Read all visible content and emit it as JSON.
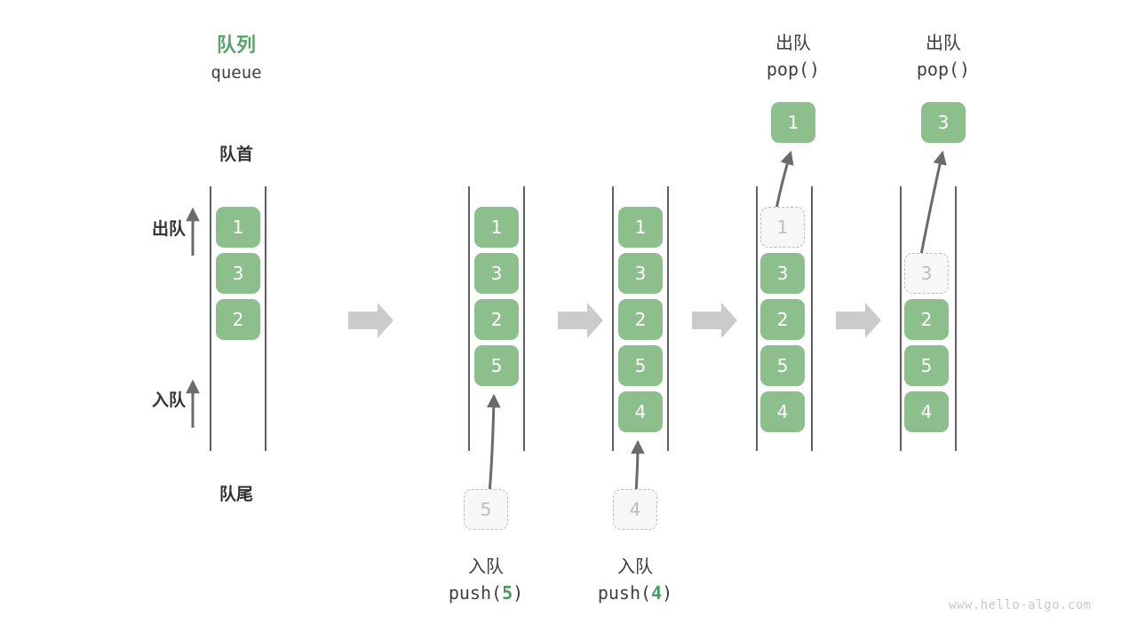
{
  "watermark": "www.hello-algo.com",
  "header": {
    "title_cn": "队列",
    "title_en": "queue",
    "front_label": "队首",
    "rear_label": "队尾",
    "dequeue_label": "出队",
    "enqueue_label": "入队"
  },
  "colors": {
    "accent_green": "#5aa469",
    "cell_fill": "#8cbf8c",
    "cell_text": "#ffffff",
    "ghost_fill": "#f7f7f7",
    "ghost_text": "#bdbdbd",
    "ghost_border": "#bfbfbf",
    "rail": "#5f5f5f",
    "arrow_gray": "#6b6b6b",
    "step_arrow": "#cccccc",
    "text_dark": "#333333",
    "watermark": "#c9c9c9"
  },
  "steps": [
    {
      "id": "initial",
      "cells": [
        "1",
        "3",
        "2"
      ],
      "ghost_index": -1,
      "popped_value": null,
      "op_cn": null,
      "op_code_prefix": null,
      "op_code_num": null,
      "op_code_suffix": null,
      "incoming_value": null
    },
    {
      "id": "push-5",
      "cells": [
        "1",
        "3",
        "2",
        "5"
      ],
      "ghost_index": -1,
      "popped_value": null,
      "op_cn": "入队",
      "op_code_prefix": "push(",
      "op_code_num": "5",
      "op_code_suffix": ")",
      "incoming_value": "5"
    },
    {
      "id": "push-4",
      "cells": [
        "1",
        "3",
        "2",
        "5",
        "4"
      ],
      "ghost_index": -1,
      "popped_value": null,
      "op_cn": "入队",
      "op_code_prefix": "push(",
      "op_code_num": "4",
      "op_code_suffix": ")",
      "incoming_value": "4"
    },
    {
      "id": "pop-1",
      "cells": [
        "1",
        "3",
        "2",
        "5",
        "4"
      ],
      "ghost_index": 0,
      "popped_value": "1",
      "op_cn": "出队",
      "op_code_prefix": "pop(",
      "op_code_num": "",
      "op_code_suffix": ")",
      "incoming_value": null
    },
    {
      "id": "pop-3",
      "cells": [
        "",
        "3",
        "2",
        "5",
        "4"
      ],
      "ghost_index": 1,
      "popped_value": "3",
      "op_cn": "出队",
      "op_code_prefix": "pop(",
      "op_code_num": "",
      "op_code_suffix": ")",
      "incoming_value": null
    }
  ],
  "cell_values": {
    "s0": [
      "1",
      "3",
      "2"
    ],
    "s1": [
      "1",
      "3",
      "2",
      "5"
    ],
    "s2": [
      "1",
      "3",
      "2",
      "5",
      "4"
    ],
    "s3": [
      "1",
      "3",
      "2",
      "5",
      "4"
    ],
    "s4": [
      "3",
      "2",
      "5",
      "4"
    ]
  },
  "popped": {
    "step4": "1",
    "step5": "3"
  },
  "incoming": {
    "step2": "5",
    "step3": "4"
  },
  "ops": {
    "push5_cn": "入队",
    "push5_code_a": "push(",
    "push5_code_n": "5",
    "push5_code_b": ")",
    "push4_cn": "入队",
    "push4_code_a": "push(",
    "push4_code_n": "4",
    "push4_code_b": ")",
    "pop1_cn": "出队",
    "pop1_code": "pop()",
    "pop2_cn": "出队",
    "pop2_code": "pop()"
  }
}
